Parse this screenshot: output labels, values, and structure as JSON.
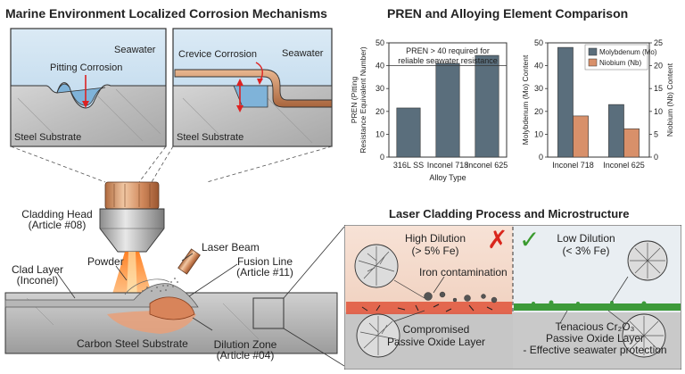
{
  "titles": {
    "corrosion": "Marine Environment Localized Corrosion Mechanisms",
    "pren": "PREN and Alloying Element Comparison",
    "process": "Laser Cladding Process and Microstructure"
  },
  "corrosion_panels": {
    "pitting_label": "Pitting Corrosion",
    "seawater_left": "Seawater",
    "substrate_left": "Steel Substrate",
    "crevice_label": "Crevice Corrosion",
    "seawater_right": "Seawater",
    "substrate_right": "Steel Substrate"
  },
  "process_labels": {
    "cladding_head": "Cladding Head",
    "cladding_head_ref": "(Article #08)",
    "laser_beam": "Laser Beam",
    "powder": "Powder",
    "fusion_line": "Fusion Line",
    "fusion_line_ref": "(Article #11)",
    "clad_layer": "Clad Layer",
    "clad_layer_material": "(Inconel)",
    "substrate": "Carbon Steel Substrate",
    "dilution_zone": "Dilution Zone",
    "dilution_zone_ref": "(Article #04)"
  },
  "microstructure": {
    "high_title": "High Dilution",
    "high_sub": "(> 5% Fe)",
    "low_title": "Low Dilution",
    "low_sub": "(< 3% Fe)",
    "iron": "Iron contamination",
    "compromised_1": "Compromised",
    "compromised_2": "Passive Oxide Layer",
    "tenacious_1": "Tenacious Cr₂O₃",
    "tenacious_2": "Passive Oxide Layer",
    "tenacious_3": "- Effective seawater protection",
    "cross_mark": "✗",
    "check_mark": "✓",
    "colors": {
      "bad": "#d9261c",
      "good": "#3a9a2e"
    }
  },
  "chart_data": [
    {
      "type": "bar",
      "categories": [
        "316L SS",
        "Inconel 718",
        "Inconel 625"
      ],
      "values": [
        21.5,
        41,
        44.5
      ],
      "ylabel": "PREN (Pitting Resistance Equivalent Number)",
      "ylabel_lines": [
        "PREN (Pitting",
        "Resistance Equivalent Number)"
      ],
      "xlabel": "Alloy Type",
      "ylim": [
        0,
        50
      ],
      "yticks": [
        0,
        10,
        20,
        30,
        40,
        50
      ],
      "annotation_lines": [
        "PREN > 40 required for",
        "reliable seawater resistance"
      ],
      "threshold": 40,
      "bar_color": "#5a6e7c",
      "grid": false
    },
    {
      "type": "bar",
      "categories": [
        "Inconel 718",
        "Inconel 625"
      ],
      "series": [
        {
          "name": "Molybdenum (Mo)",
          "values": [
            48,
            23
          ],
          "color": "#5a6e7c"
        },
        {
          "name": "Niobium (Nb)",
          "values": [
            9,
            6.2
          ],
          "color": "#d8906a"
        }
      ],
      "ylabel_left": "Molybdenum (Mo) Content",
      "ylabel_right": "Niobium (Nb) Content",
      "ylim_left": [
        0,
        50
      ],
      "yticks_left": [
        0,
        10,
        20,
        30,
        40,
        50
      ],
      "ylim_right": [
        0,
        25
      ],
      "yticks_right": [
        0,
        5,
        10,
        15,
        20,
        25
      ],
      "legend": "top-right",
      "grid": false
    }
  ]
}
